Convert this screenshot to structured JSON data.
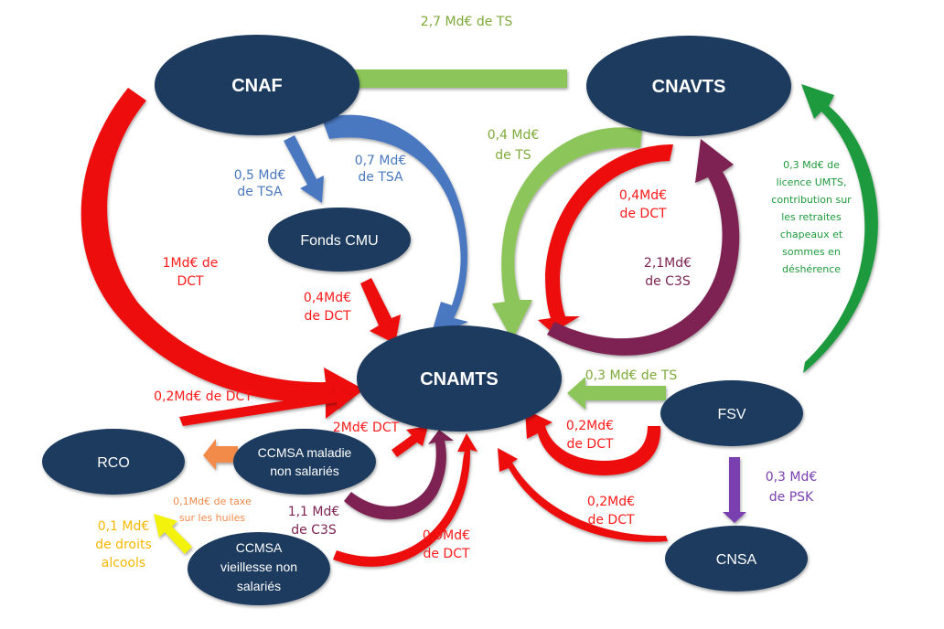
{
  "colors": {
    "node": "#1b3a5e",
    "red": "#ee1111",
    "dark_red": "#cc0000",
    "blue": "#4a78c0",
    "light_green": "#8cc65a",
    "green": "#6aac44",
    "dark_green": "#1f9a3c",
    "plum": "#7d2452",
    "purple": "#7a3fb0",
    "orange": "#f28a4a",
    "yellow": "#f2f20a",
    "label_red": "#ff1a1a",
    "label_blue": "#4a78c0",
    "label_green": "#7eaa3a",
    "label_dark_green": "#1f9a3c",
    "label_plum": "#7d2452",
    "label_purple": "#7a3fb0",
    "label_orange": "#f28a4a",
    "label_yellow": "#f7b800"
  },
  "nodes": {
    "cnaf": "CNAF",
    "cnavts": "CNAVTS",
    "fonds_cmu": "Fonds CMU",
    "cnamts": "CNAMTS",
    "fsv": "FSV",
    "cnsa": "CNSA",
    "rco": "RCO",
    "ccmsa_maladie": [
      "CCMSA maladie",
      "non salariés"
    ],
    "ccmsa_vieillesse": [
      "CCMSA",
      "vieillesse non",
      "salariés"
    ]
  },
  "flows": {
    "cnavts_to_cnaf": {
      "lines": [
        "2,7 Md€ de TS"
      ]
    },
    "cnaf_to_fondscmu": {
      "lines": [
        "0,5 Md€",
        "de TSA"
      ]
    },
    "cnaf_to_cnamts_tsa": {
      "lines": [
        "0,7 Md€",
        "de TSA"
      ]
    },
    "cnaf_to_cnamts_dct": {
      "lines": [
        "1Md€ de",
        "DCT"
      ]
    },
    "fondscmu_to_cnamts": {
      "lines": [
        "0,4Md€",
        "de DCT"
      ]
    },
    "cnavts_to_cnamts_ts": {
      "lines": [
        "0,4 Md€",
        "de TS"
      ]
    },
    "cnavts_to_cnamts_dct": {
      "lines": [
        "0,4Md€",
        "de DCT"
      ]
    },
    "cnamts_to_cnavts_c3s": {
      "lines": [
        "2,1Md€",
        "de C3S"
      ]
    },
    "fsv_to_cnavts": {
      "lines": [
        "0,3 Md€ de",
        "licence UMTS,",
        "contribution sur",
        "les retraites",
        "chapeaux et",
        "sommes en",
        "déshérence"
      ]
    },
    "fsv_to_cnamts_ts": {
      "lines": [
        "0,3 Md€ de TS"
      ]
    },
    "fsv_to_cnamts_dct": {
      "lines": [
        "0,2Md€",
        "de DCT"
      ]
    },
    "fsv_to_cnsa": {
      "lines": [
        "0,3 Md€",
        "de PSK"
      ]
    },
    "cnsa_to_cnamts": {
      "lines": [
        "0,2Md€",
        "de DCT"
      ]
    },
    "rco_to_cnamts": {
      "lines": [
        "0,2Md€ de DCT"
      ]
    },
    "ccmsa_maladie_to_cnamts": {
      "lines": [
        "2Md€ DCT"
      ]
    },
    "ccmsa_maladie_to_rco": {
      "lines": [
        "0,1Md€ de taxe",
        "sur les huiles"
      ]
    },
    "ccmsa_maladie_c3s": {
      "lines": [
        "1,1 Md€",
        "de C3S"
      ]
    },
    "ccmsa_vieillesse_to_cnamts": {
      "lines": [
        "0,9Md€",
        "de DCT"
      ]
    },
    "ccmsa_vieillesse_to_rco": {
      "lines": [
        "0,1 Md€",
        "de droits",
        "alcools"
      ]
    }
  }
}
